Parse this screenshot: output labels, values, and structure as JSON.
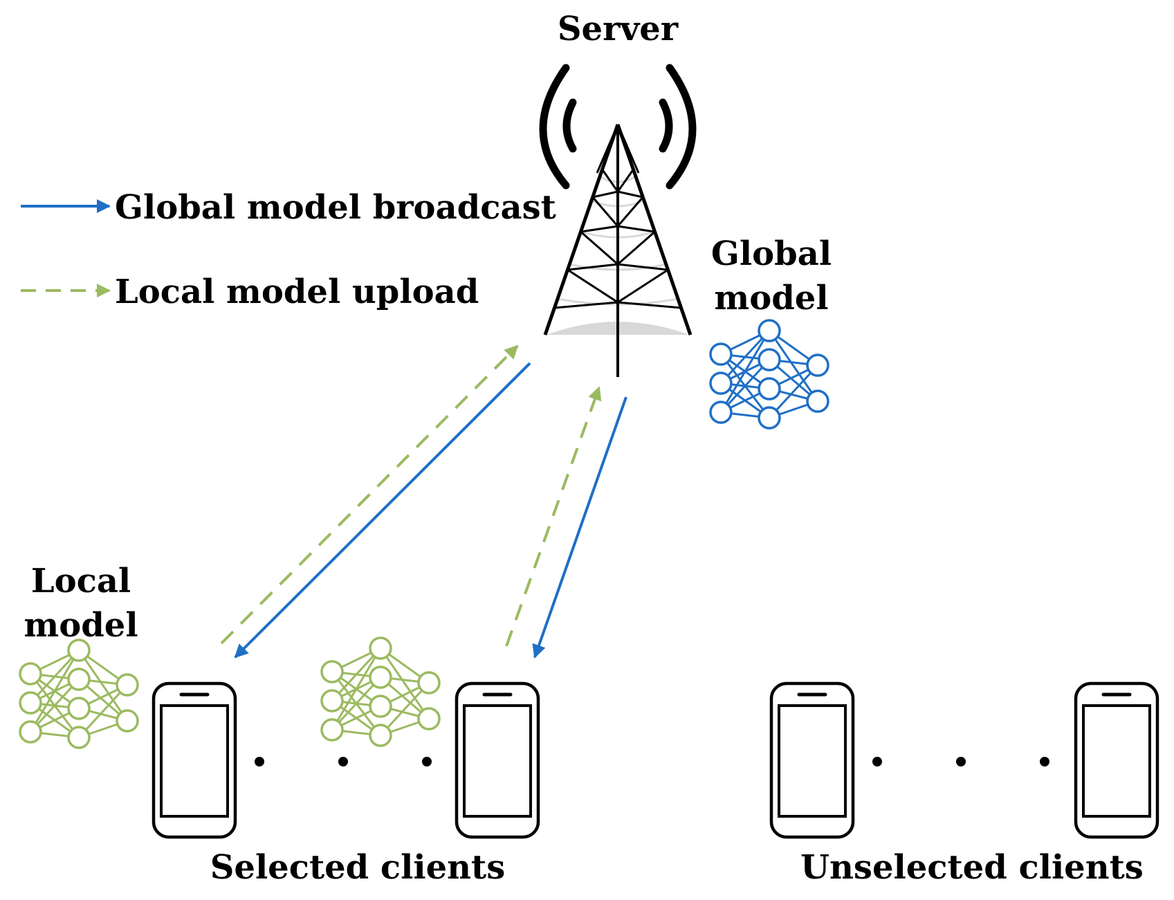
{
  "labels": {
    "server": "Server",
    "global_model_line1": "Global",
    "global_model_line2": "model",
    "local_model_line1": "Local",
    "local_model_line2": "model",
    "selected_clients": "Selected clients",
    "unselected_clients": "Unselected clients"
  },
  "legend": {
    "broadcast": "Global model broadcast",
    "upload": "Local model upload"
  },
  "colors": {
    "broadcast": "#1f6fc6",
    "upload": "#9bba60",
    "tower": "#000000",
    "tower_light": "#d8d8d8"
  },
  "icons": {
    "tower": "antenna-tower-icon",
    "phone": "smartphone-icon",
    "network": "neural-network-icon"
  }
}
